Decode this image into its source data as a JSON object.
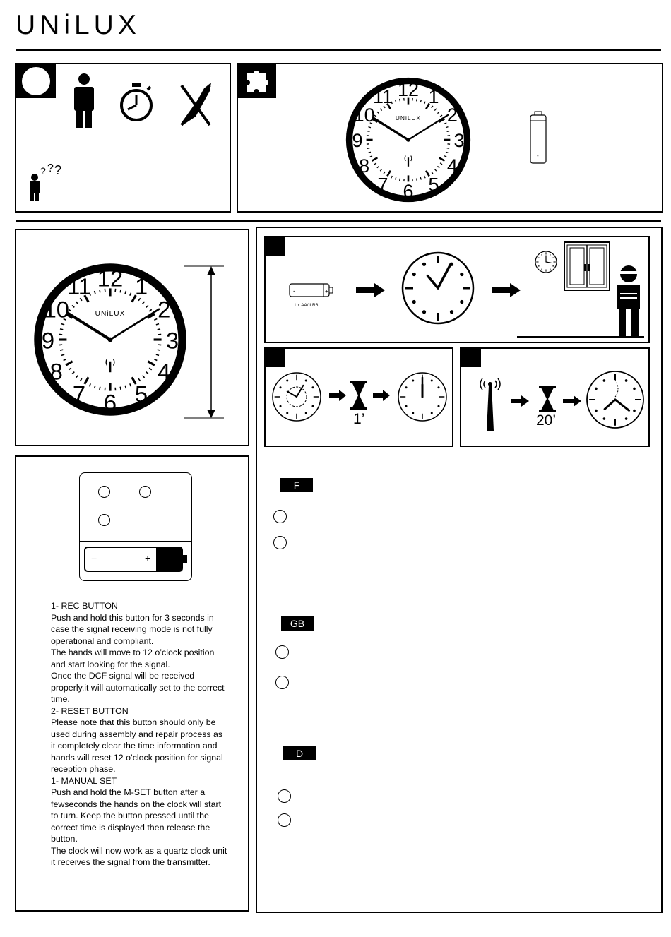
{
  "brand": {
    "name": "UNiLUX"
  },
  "clock": {
    "brand": "UNiLUX",
    "numerals": [
      "12",
      "1",
      "2",
      "3",
      "4",
      "5",
      "6",
      "7",
      "8",
      "9",
      "10",
      "11"
    ]
  },
  "battery": {
    "spec": "1 x AA/ LR6",
    "minus": "-",
    "plus": "+"
  },
  "timers": {
    "one_minute": "1’",
    "twenty_minutes": "20’"
  },
  "questions_icon": "?",
  "battery_compartment": {
    "minus": "−",
    "plus": "+"
  },
  "languages": [
    {
      "code": "F"
    },
    {
      "code": "GB"
    },
    {
      "code": "D"
    }
  ],
  "instructions": [
    "1- REC BUTTON",
    "Push and hold this button for 3 seconds in case the signal receiving mode is not fully operational and compliant.",
    "The hands will move to 12 o’clock position and start looking for the signal.",
    "Once the DCF signal will be received properly,it will automatically set to the correct time.",
    "2- RESET BUTTON",
    "Please note that this button should only be used during assembly and repair process as it completely clear the time information and hands will reset 12 o’clock position for signal reception phase.",
    "1- MANUAL SET",
    "Push and hold the M-SET button after a fewseconds the hands on the clock will start to turn. Keep the button pressed until the correct time is displayed then release the button.",
    "The clock will now work as a quartz clock unit it receives the signal from the transmitter."
  ],
  "icons": {
    "person": "person-icon",
    "stopwatch": "stopwatch-icon",
    "no_tools": "no-screwdriver-icon",
    "puzzle": "puzzle-icon",
    "antenna": "radio-antenna-icon",
    "hourglass": "hourglass-icon",
    "arrow": "arrow-right-icon",
    "window": "window-icon",
    "worker": "worker-icon"
  }
}
